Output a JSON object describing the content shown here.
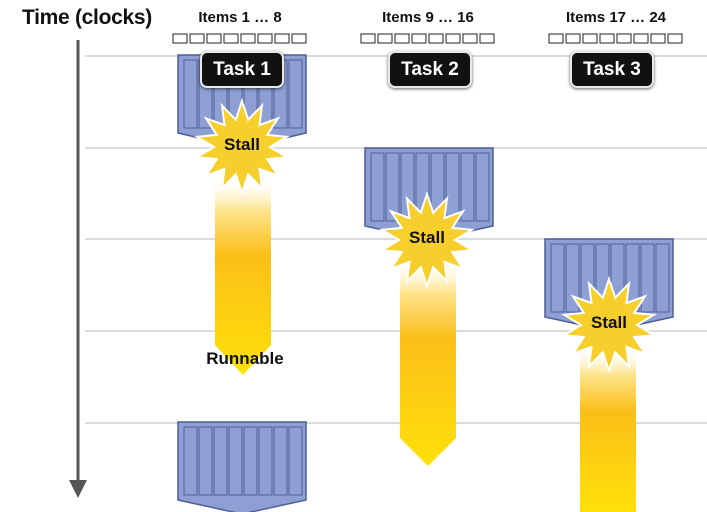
{
  "axis": {
    "label": "Time (clocks)"
  },
  "item_groups": [
    {
      "label": "Items 1 … 8"
    },
    {
      "label": "Items 9 … 16"
    },
    {
      "label": "Items 17 … 24"
    }
  ],
  "tasks": [
    {
      "label": "Task 1",
      "stall_label": "Stall"
    },
    {
      "label": "Task 2",
      "stall_label": "Stall"
    },
    {
      "label": "Task 3",
      "stall_label": "Stall"
    }
  ],
  "runnable_label": "Runnable",
  "colors": {
    "block_fill": "#8ea0d3",
    "block_stroke": "#4d5f95",
    "stall_burst": "#f7cf2c",
    "stall_arrow": "#fbbf18",
    "axis": "#555555",
    "gridline": "#cfcfcf"
  }
}
